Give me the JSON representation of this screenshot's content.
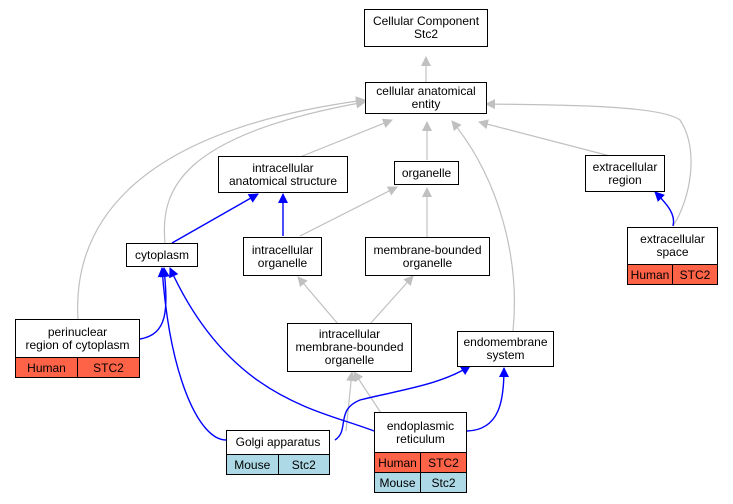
{
  "colors": {
    "edge_gray": "#c0c0c0",
    "edge_blue": "#0000ff",
    "human": "#ff6347",
    "mouse": "#add8e6"
  },
  "nodes": {
    "root": {
      "label": "Cellular Component\nStc2"
    },
    "cae": {
      "label": "cellular anatomical\nentity"
    },
    "ias": {
      "label": "intracellular\nanatomical structure"
    },
    "organelle": {
      "label": "organelle"
    },
    "exreg": {
      "label": "extracellular\nregion"
    },
    "cytoplasm": {
      "label": "cytoplasm"
    },
    "icorg": {
      "label": "intracellular\norganelle"
    },
    "mbo": {
      "label": "membrane-bounded\norganelle"
    },
    "exspace": {
      "label": "extracellular\nspace",
      "species": "Human",
      "gene": "STC2"
    },
    "perinuc": {
      "label": "perinuclear\nregion of cytoplasm",
      "species": "Human",
      "gene": "STC2"
    },
    "imbo": {
      "label": "intracellular\nmembrane-bounded\norganelle"
    },
    "endomem": {
      "label": "endomembrane\nsystem"
    },
    "golgi": {
      "label": "Golgi apparatus",
      "species": "Mouse",
      "gene": "Stc2"
    },
    "er": {
      "label": "endoplasmic\nreticulum",
      "species": "Human",
      "gene": "STC2",
      "species2": "Mouse",
      "gene2": "Stc2"
    }
  }
}
